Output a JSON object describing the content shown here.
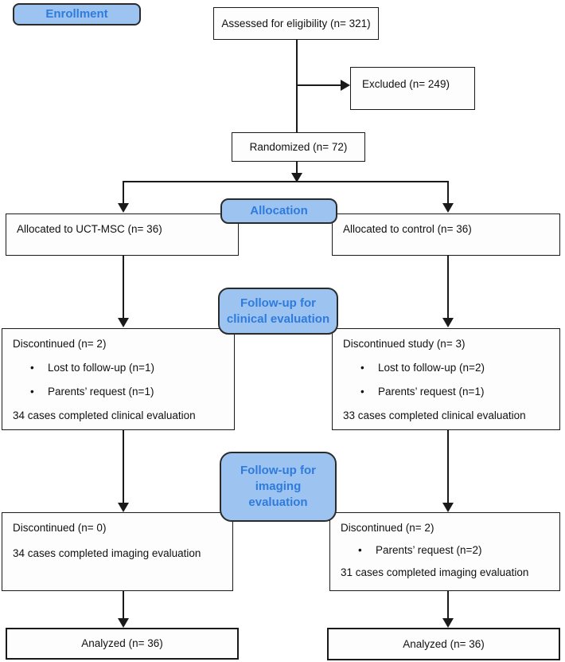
{
  "colors": {
    "stage_fill": "#9dc4f0",
    "stage_text": "#2f7bdc",
    "box_border": "#1a1a1a",
    "line": "#1a1a1a"
  },
  "bullet_glyph": "•",
  "stages": {
    "enrollment": "Enrollment",
    "allocation": "Allocation",
    "followup_clinical_line1": "Follow-up for",
    "followup_clinical_line2": "clinical evaluation",
    "followup_imaging_line1": "Follow-up for",
    "followup_imaging_line2": "imaging",
    "followup_imaging_line3": "evaluation"
  },
  "boxes": {
    "assessed": "Assessed for eligibility (n= 321)",
    "excluded": "Excluded (n= 249)",
    "randomized": "Randomized (n= 72)",
    "allocated_left": "Allocated to UCT-MSC (n= 36)",
    "allocated_right": "Allocated to control (n= 36)",
    "clinical_left": {
      "title": "Discontinued (n= 2)",
      "bullets": [
        "Lost to follow-up (n=1)",
        "Parents’ request (n=1)"
      ],
      "footer": "34 cases completed clinical evaluation"
    },
    "clinical_right": {
      "title": "Discontinued study (n= 3)",
      "bullets": [
        "Lost to follow-up (n=2)",
        "Parents’ request (n=1)"
      ],
      "footer": "33 cases completed clinical evaluation"
    },
    "imaging_left": {
      "title": "Discontinued (n= 0)",
      "footer": "34 cases completed imaging evaluation"
    },
    "imaging_right": {
      "title": "Discontinued (n= 2)",
      "bullets": [
        "Parents’ request (n=2)"
      ],
      "footer": "31 cases completed imaging evaluation"
    },
    "analyzed_left": "Analyzed (n= 36)",
    "analyzed_right": "Analyzed (n= 36)"
  }
}
